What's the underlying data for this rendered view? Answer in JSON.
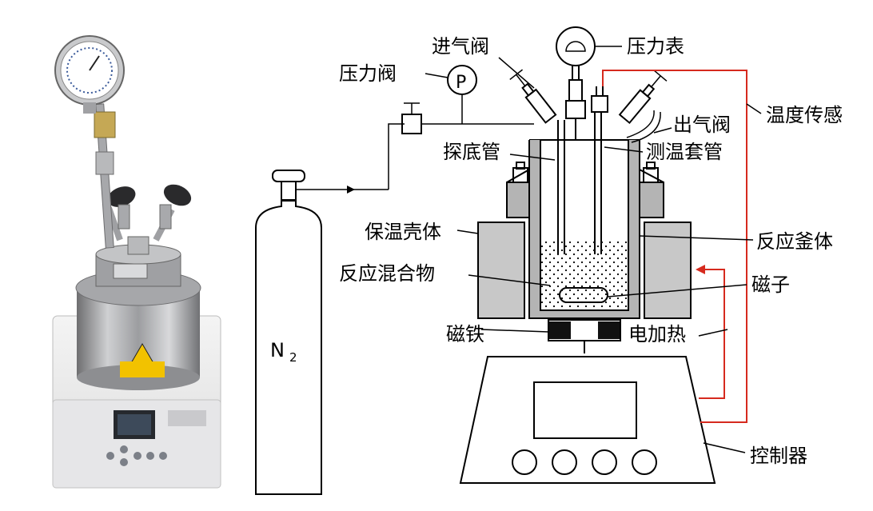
{
  "labels": {
    "inlet_valve": "进气阀",
    "pressure_gauge": "压力表",
    "pressure_valve": "压力阀",
    "pressure_symbol": "P",
    "temp_sensor": "温度传感",
    "outlet_valve": "出气阀",
    "dip_tube": "探底管",
    "thermowell": "测温套管",
    "insulation_shell": "保温壳体",
    "reactor_body": "反应釜体",
    "reaction_mixture": "反应混合物",
    "stir_bar": "磁子",
    "magnet": "磁铁",
    "electric_heating": "电加热",
    "controller": "控制器",
    "gas_main": "N",
    "gas_sub": "2"
  },
  "colors": {
    "line": "#000000",
    "sensor_line": "#d62a1e",
    "insulation": "#c8c8c8",
    "lid_gray": "#b4b4b4"
  }
}
